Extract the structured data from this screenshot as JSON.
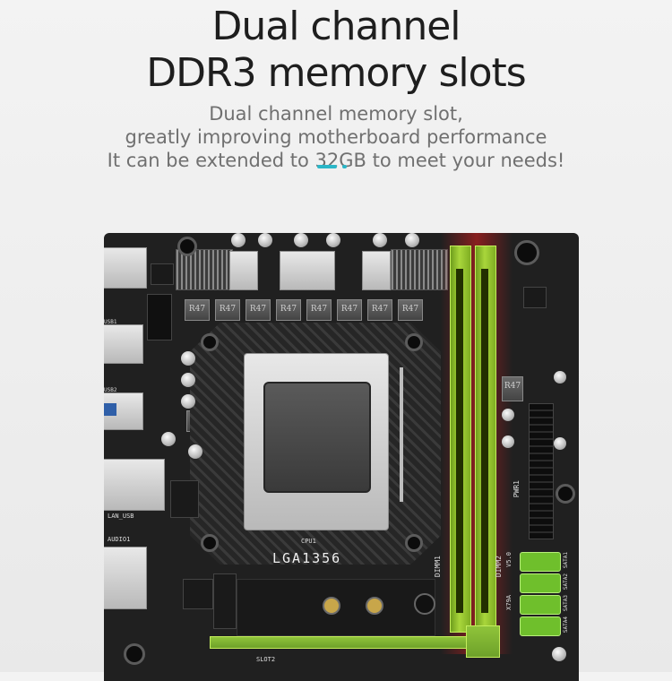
{
  "header": {
    "title_line1": "Dual channel",
    "title_line2": "DDR3 memory slots",
    "subtitle_line1": "Dual channel memory slot,",
    "subtitle_line2": "greatly improving motherboard performance",
    "subtitle_line3": "It can be extended to 32GB to meet your needs!",
    "accent_color": "#2bb6c7"
  },
  "board": {
    "socket_label": "LGA1356",
    "cpu_label": "CPU1",
    "dimm1_label": "DIMM1",
    "dimm2_label": "DIMM2",
    "pwr_label": "PWR1",
    "model_label": "X79A",
    "version_label": "V5.0",
    "slot_label": "SLOT2",
    "lan_usb_label": "LAN_USB",
    "audio_label": "AUDIO1",
    "usb1_label": "USB1",
    "usb2_label": "USB2",
    "choke_label": "R47",
    "sata_labels": [
      "SATA1",
      "SATA2",
      "SATA3",
      "SATA4"
    ],
    "dimm_color": "#a9d63b",
    "glow_color": "#dc1e1e"
  }
}
